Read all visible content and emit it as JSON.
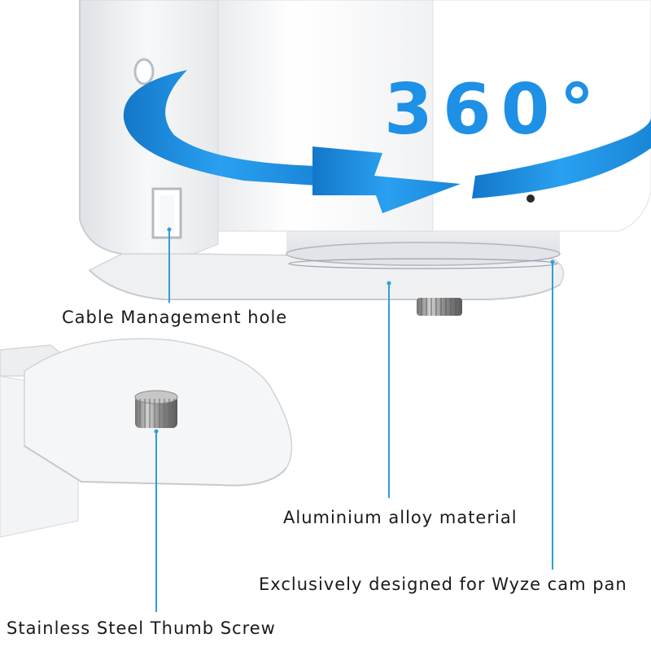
{
  "colors": {
    "accent": "#1e90e6",
    "leader_line": "#2c9fd6",
    "label_text": "#1a1a1a",
    "mount_white": "#f4f5f7",
    "screw_metal": "#9a9a9a"
  },
  "rotation": {
    "text": "360°",
    "icon": "circular-rotation-arrow"
  },
  "callouts": {
    "cable_hole": "Cable Management hole",
    "alloy": "Aluminium alloy material",
    "designed_for": "Exclusively designed for Wyze cam pan",
    "thumb_screw": "Stainless Steel Thumb Screw"
  }
}
